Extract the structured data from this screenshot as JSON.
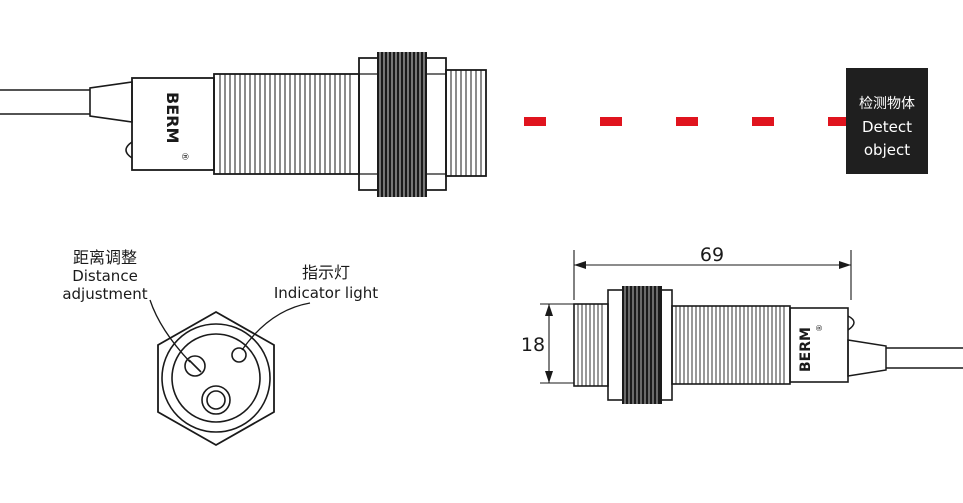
{
  "brand": "BERM",
  "registered_mark": "®",
  "detect_object": {
    "label_cn": "检测物体",
    "label_en_1": "Detect",
    "label_en_2": "object",
    "box_color": "#1f1f1f"
  },
  "beam": {
    "color": "#e0141e",
    "segments": 5
  },
  "distance_adjustment": {
    "label_cn": "距离调整",
    "label_en_1": "Distance",
    "label_en_2": "adjustment"
  },
  "indicator_light": {
    "label_cn": "指示灯",
    "label_en": "Indicator light"
  },
  "dimensions": {
    "length": "69",
    "diameter": "18"
  },
  "colors": {
    "line": "#1a1a1a",
    "background": "#ffffff"
  }
}
